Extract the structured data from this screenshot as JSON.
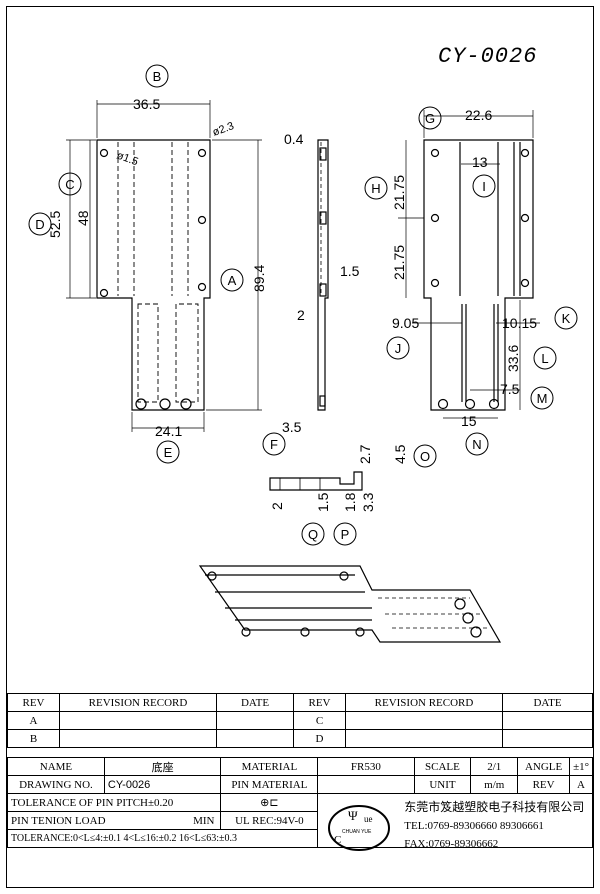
{
  "drawing_title": "CY-0026",
  "dimensions": {
    "d_36_5": "36.5",
    "d_52_5": "52.5",
    "d_48": "48",
    "d_89_4": "89.4",
    "d_24_1": "24.1",
    "d_phi2_3": "ø2.3",
    "d_phi1_5": "ø1.5",
    "d_0_4": "0.4",
    "d_1_5": "1.5",
    "d_2": "2",
    "d_3_5": "3.5",
    "d_22_6": "22.6",
    "d_13": "13",
    "d_21_75a": "21.75",
    "d_21_75b": "21.75",
    "d_9_05": "9.05",
    "d_10_15": "10.15",
    "d_33_6": "33.6",
    "d_7_5": "7.5",
    "d_15": "15",
    "d_2_7": "2.7",
    "d_4_5": "4.5",
    "d_2b": "2",
    "d_1_5b": "1.5",
    "d_1_8": "1.8",
    "d_3_3": "3.3"
  },
  "callouts": [
    "A",
    "B",
    "C",
    "D",
    "E",
    "F",
    "G",
    "H",
    "I",
    "J",
    "K",
    "L",
    "M",
    "N",
    "O",
    "P",
    "Q"
  ],
  "revision": {
    "headers": [
      "REV",
      "REVISION RECORD",
      "DATE",
      "REV",
      "REVISION RECORD",
      "DATE"
    ],
    "rows": [
      [
        "A",
        "",
        "",
        "C",
        "",
        ""
      ],
      [
        "B",
        "",
        "",
        "D",
        "",
        ""
      ]
    ]
  },
  "title_block": {
    "name_label": "NAME",
    "name_value": "底座",
    "material_label": "MATERIAL",
    "material_value": "FR530",
    "scale_label": "SCALE",
    "scale_value": "2/1",
    "angle_label": "ANGLE",
    "angle_value": "±1°",
    "drawing_no_label": "DRAWING NO.",
    "drawing_no_value": "CY-0026",
    "pin_material_label": "PIN MATERIAL",
    "unit_label": "UNIT",
    "unit_value": "m/m",
    "rev_label": "REV",
    "rev_value": "A",
    "tolerance_pitch": "TOLERANCE OF PIN PITCH±0.20",
    "pin_tension_label": "PIN TENION LOAD",
    "pin_tension_min": "MIN",
    "ul_rec": "UL REC:94V-0",
    "tolerance_line": "TOLERANCE:0<L≤4:±0.1  4<L≤16:±0.2  16<L≤63:±0.3",
    "company": "东莞市笈越塑胶电子科技有限公司",
    "tel": "TEL:0769-89306660 89306661",
    "fax": "FAX:0769-89306662",
    "logo_text": "CHUAN YUE"
  }
}
